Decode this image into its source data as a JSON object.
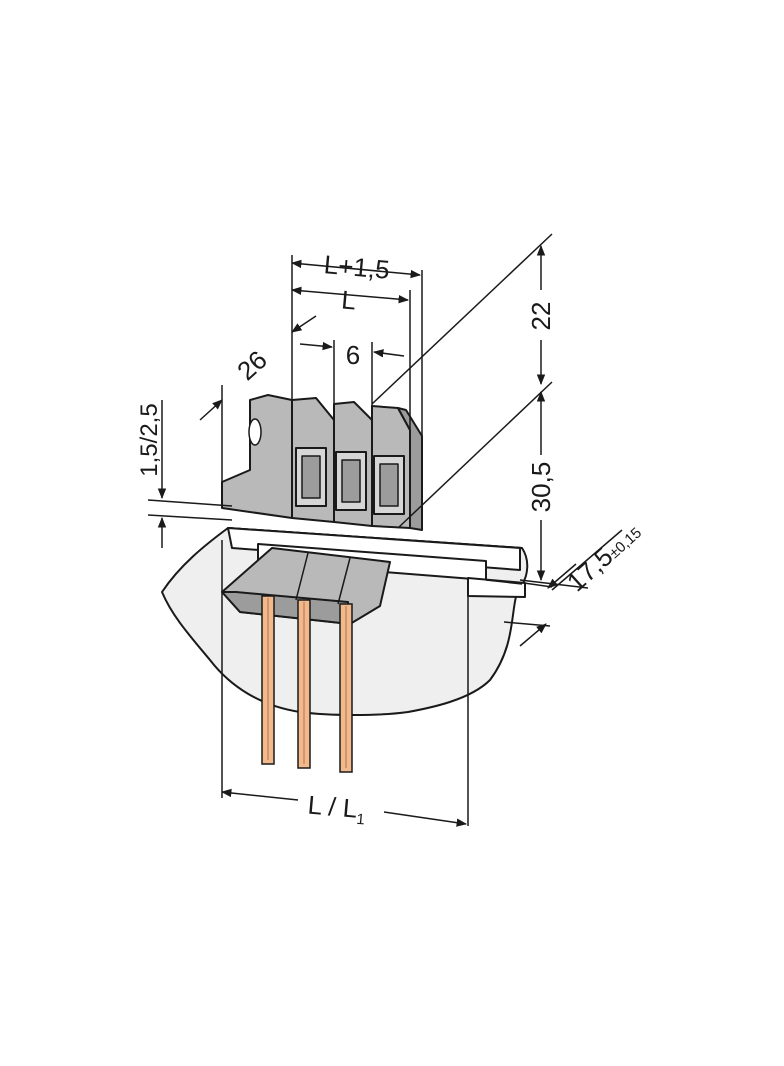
{
  "dimensions": {
    "width_total": "L+1,5",
    "width_body": "L",
    "pitch": "6",
    "depth": "26",
    "pin_offset": "1,5/2,5",
    "height_top": "22",
    "height_mid": "30,5",
    "board_thickness_value": "17,5",
    "board_thickness_tolerance": "±0,15",
    "length_main": "L / L",
    "length_sub": "1"
  },
  "colors": {
    "housing": "#b9b9b9",
    "housing_shadow": "#9c9c9c",
    "housing_dark": "#7f7f7f",
    "housing_light": "#d6d6d6",
    "panel": "#efefef",
    "pin": "#f1b98c",
    "pin_edge": "#c98a5e",
    "line": "#1a1a1a"
  }
}
